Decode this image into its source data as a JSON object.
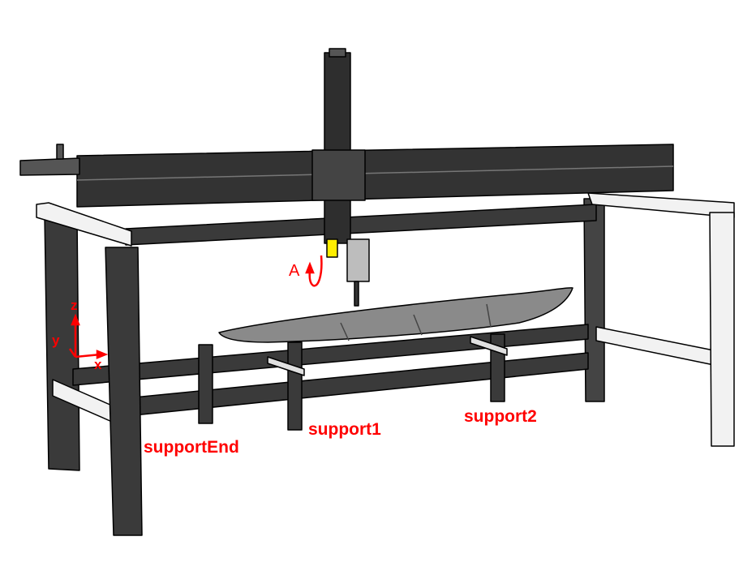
{
  "labels": {
    "support_end": "supportEnd",
    "support1": "support1",
    "support2": "support2",
    "rotation_axis": "A"
  },
  "axes": {
    "z": "z",
    "y": "y",
    "x": "x"
  },
  "colors": {
    "frame_dark": "#3a3a3a",
    "frame_light": "#f2f2f2",
    "annotation": "#ff0000",
    "tool_marker": "#ffee00",
    "board": "#8a8a8a"
  }
}
